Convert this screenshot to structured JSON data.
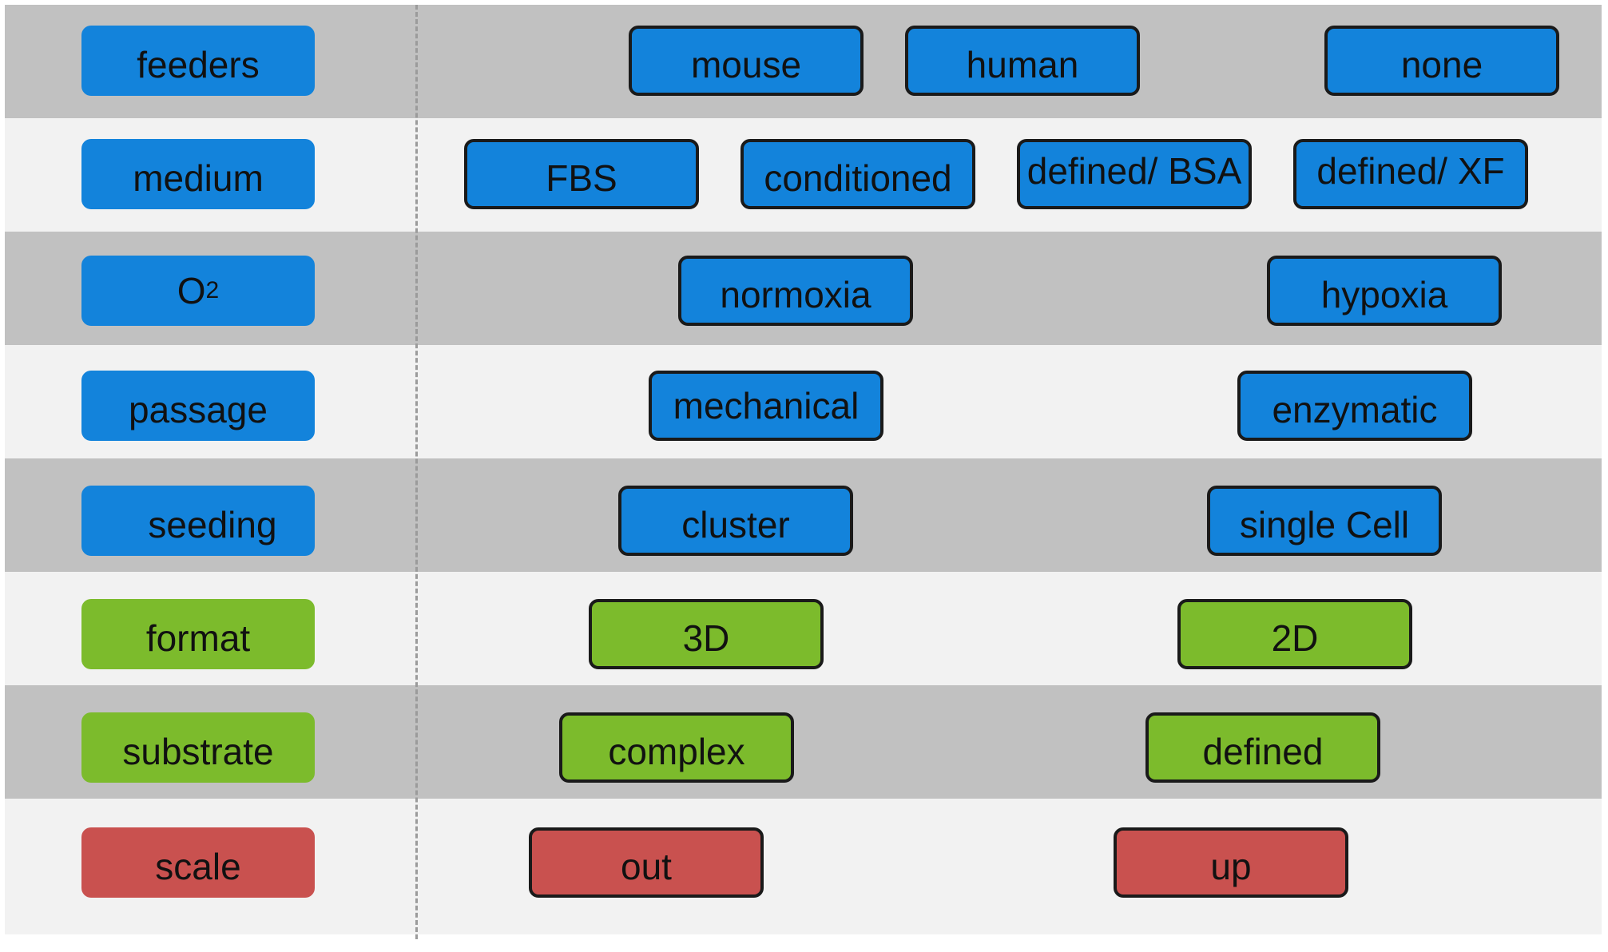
{
  "rows": [
    {
      "label": "feeders",
      "color": "#1383db",
      "options": [
        "mouse",
        "human",
        "none"
      ]
    },
    {
      "label": "medium",
      "color": "#1383db",
      "options": [
        "FBS",
        "conditioned",
        "defined/ BSA",
        "defined/ XF"
      ]
    },
    {
      "label_base": "O",
      "label_sup": "2",
      "color": "#1383db",
      "options": [
        "normoxia",
        "hypoxia"
      ]
    },
    {
      "label": "passage",
      "color": "#1383db",
      "options": [
        "mechanical",
        "enzymatic"
      ]
    },
    {
      "label": "seeding",
      "color": "#1383db",
      "options": [
        "cluster",
        "single Cell"
      ]
    },
    {
      "label": "format",
      "color": "#7cbb2c",
      "options": [
        "3D",
        "2D"
      ]
    },
    {
      "label": "substrate",
      "color": "#7cbb2c",
      "options": [
        "complex",
        "defined"
      ]
    },
    {
      "label": "scale",
      "color": "#c9514f",
      "options": [
        "out",
        "up"
      ]
    }
  ]
}
